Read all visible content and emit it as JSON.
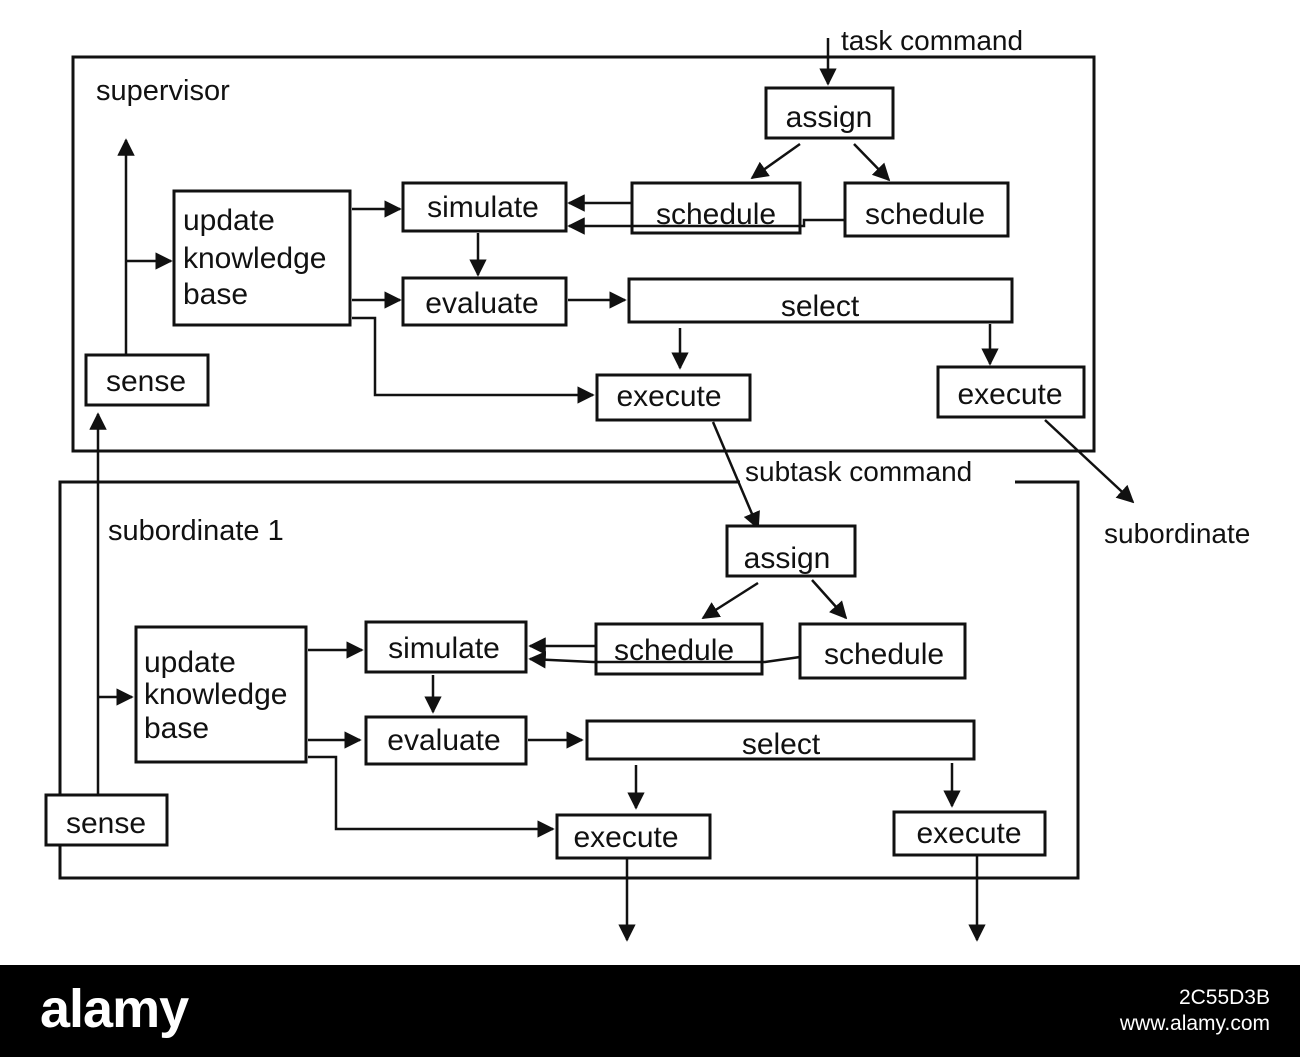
{
  "diagram": {
    "external": {
      "task_command": "task command",
      "subtask_command": "subtask command",
      "subordinate": "subordinate"
    },
    "supervisor": {
      "title": "supervisor",
      "assign": "assign",
      "schedule_1": "schedule",
      "schedule_2": "schedule",
      "simulate": "simulate",
      "update_lines": [
        "update",
        "knowledge",
        "base"
      ],
      "evaluate": "evaluate",
      "select": "select",
      "sense": "sense",
      "execute_1": "execute",
      "execute_2": "execute"
    },
    "subordinate_1": {
      "title": "subordinate 1",
      "assign": "assign",
      "schedule_1": "schedule",
      "schedule_2": "schedule",
      "simulate": "simulate",
      "update_lines": [
        "update",
        "knowledge",
        "base"
      ],
      "evaluate": "evaluate",
      "select": "select",
      "sense": "sense",
      "execute_1": "execute",
      "execute_2": "execute"
    }
  },
  "watermark": {
    "logo": "alamy",
    "image_id": "2C55D3B",
    "site": "www.alamy.com"
  }
}
